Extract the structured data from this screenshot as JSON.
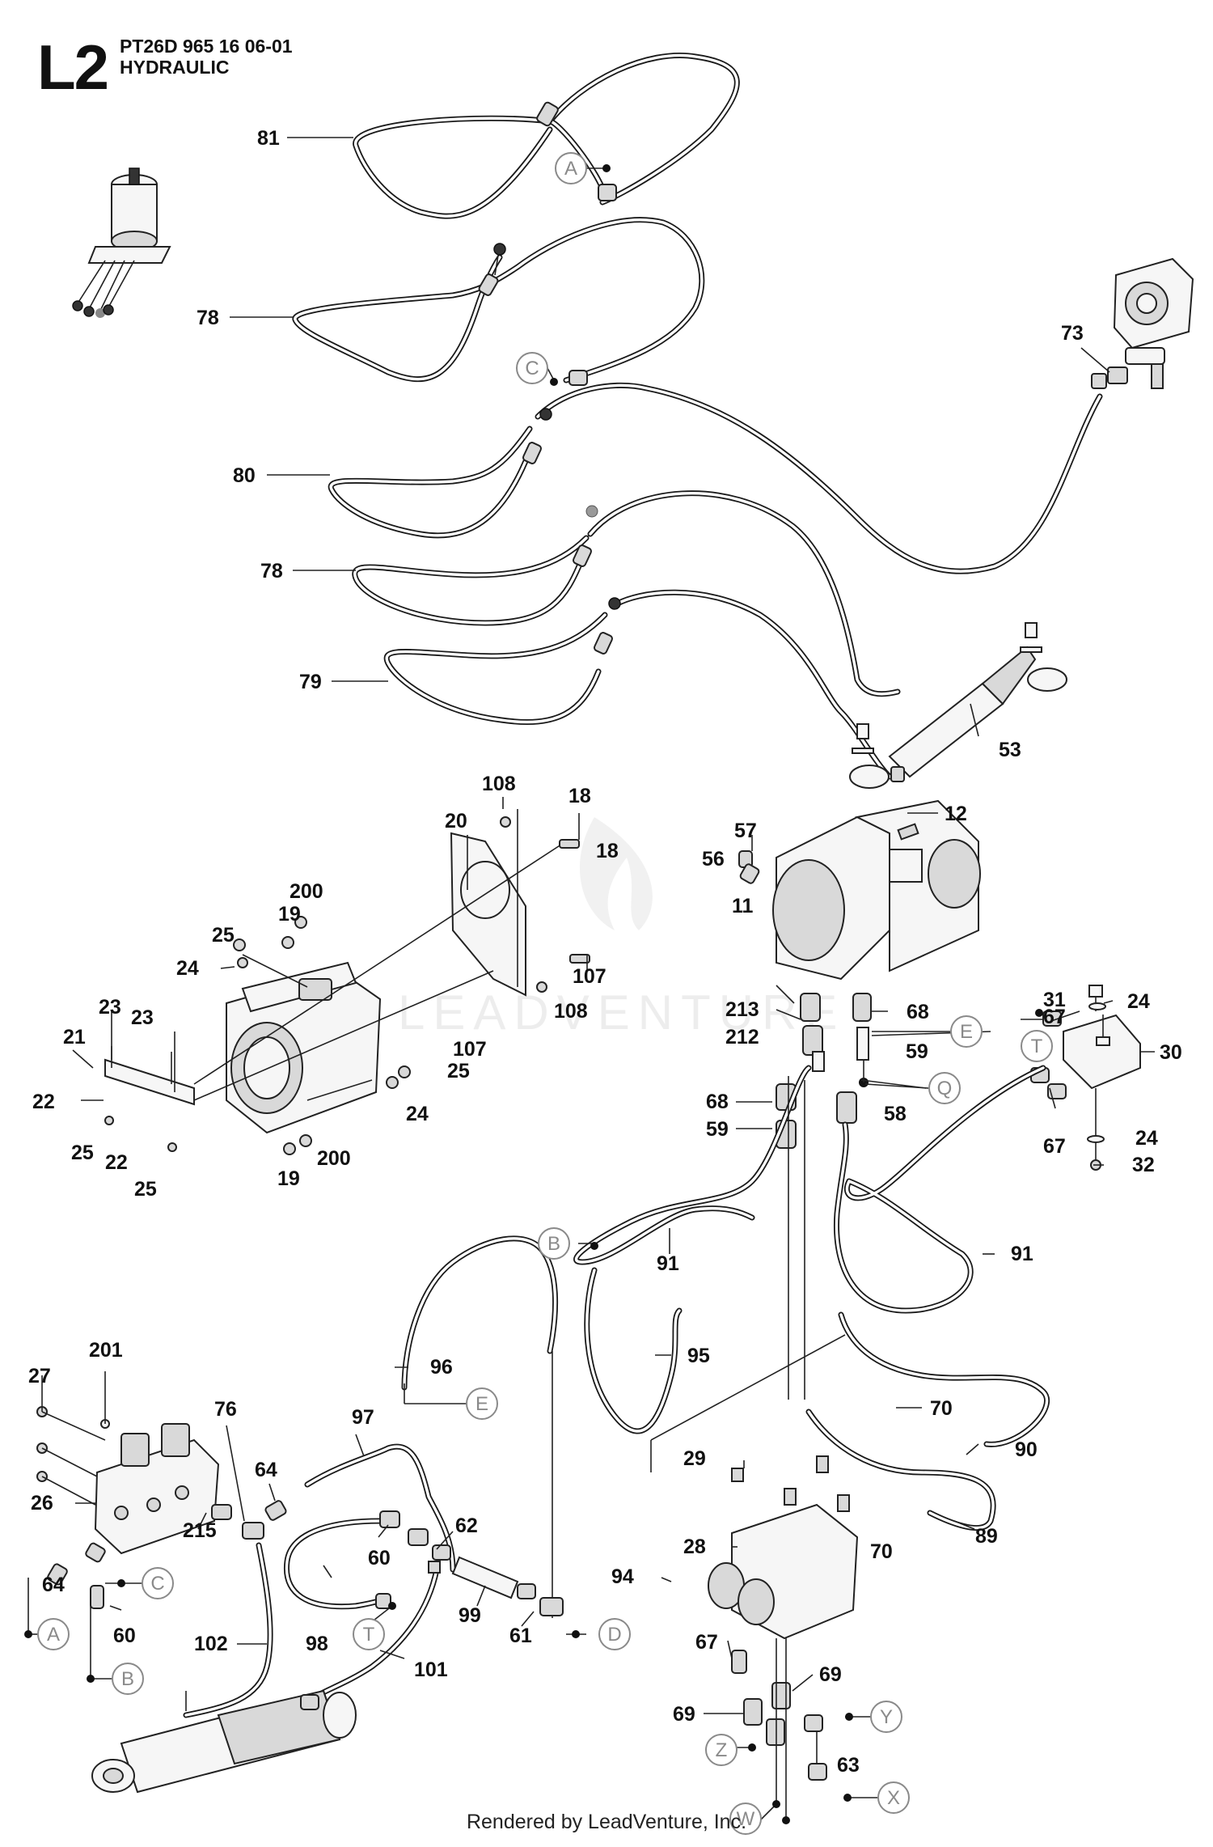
{
  "header": {
    "section": "L2",
    "model": "PT26D 965 16 06-01",
    "title": "HYDRAULIC"
  },
  "watermark": "LEADVENTURE",
  "footer": "Rendered by LeadVenture, Inc.",
  "callouts": [
    {
      "label": "81"
    },
    {
      "label": "78"
    },
    {
      "label": "80"
    },
    {
      "label": "78"
    },
    {
      "label": "79"
    },
    {
      "label": "73"
    },
    {
      "label": "53"
    },
    {
      "label": "108"
    },
    {
      "label": "18"
    },
    {
      "label": "20"
    },
    {
      "label": "18"
    },
    {
      "label": "200"
    },
    {
      "label": "19"
    },
    {
      "label": "25"
    },
    {
      "label": "24"
    },
    {
      "label": "23"
    },
    {
      "label": "23"
    },
    {
      "label": "21"
    },
    {
      "label": "22"
    },
    {
      "label": "25"
    },
    {
      "label": "22"
    },
    {
      "label": "25"
    },
    {
      "label": "107"
    },
    {
      "label": "108"
    },
    {
      "label": "107"
    },
    {
      "label": "25"
    },
    {
      "label": "24"
    },
    {
      "label": "19"
    },
    {
      "label": "200"
    },
    {
      "label": "57"
    },
    {
      "label": "56"
    },
    {
      "label": "12"
    },
    {
      "label": "11"
    },
    {
      "label": "213"
    },
    {
      "label": "212"
    },
    {
      "label": "68"
    },
    {
      "label": "59"
    },
    {
      "label": "68"
    },
    {
      "label": "59"
    },
    {
      "label": "58"
    },
    {
      "label": "31"
    },
    {
      "label": "24"
    },
    {
      "label": "67"
    },
    {
      "label": "30"
    },
    {
      "label": "67"
    },
    {
      "label": "24"
    },
    {
      "label": "32"
    },
    {
      "label": "91"
    },
    {
      "label": "91"
    },
    {
      "label": "95"
    },
    {
      "label": "96"
    },
    {
      "label": "27"
    },
    {
      "label": "201"
    },
    {
      "label": "76"
    },
    {
      "label": "97"
    },
    {
      "label": "26"
    },
    {
      "label": "64"
    },
    {
      "label": "215"
    },
    {
      "label": "64"
    },
    {
      "label": "60"
    },
    {
      "label": "62"
    },
    {
      "label": "60"
    },
    {
      "label": "98"
    },
    {
      "label": "99"
    },
    {
      "label": "61"
    },
    {
      "label": "102"
    },
    {
      "label": "101"
    },
    {
      "label": "70"
    },
    {
      "label": "90"
    },
    {
      "label": "29"
    },
    {
      "label": "28"
    },
    {
      "label": "70"
    },
    {
      "label": "89"
    },
    {
      "label": "94"
    },
    {
      "label": "67"
    },
    {
      "label": "69"
    },
    {
      "label": "69"
    },
    {
      "label": "63"
    }
  ],
  "connectors": [
    {
      "letter": "A"
    },
    {
      "letter": "C"
    },
    {
      "letter": "E"
    },
    {
      "letter": "T"
    },
    {
      "letter": "Q"
    },
    {
      "letter": "B"
    },
    {
      "letter": "E"
    },
    {
      "letter": "C"
    },
    {
      "letter": "A"
    },
    {
      "letter": "B"
    },
    {
      "letter": "T"
    },
    {
      "letter": "D"
    },
    {
      "letter": "Y"
    },
    {
      "letter": "Z"
    },
    {
      "letter": "W"
    },
    {
      "letter": "X"
    }
  ]
}
